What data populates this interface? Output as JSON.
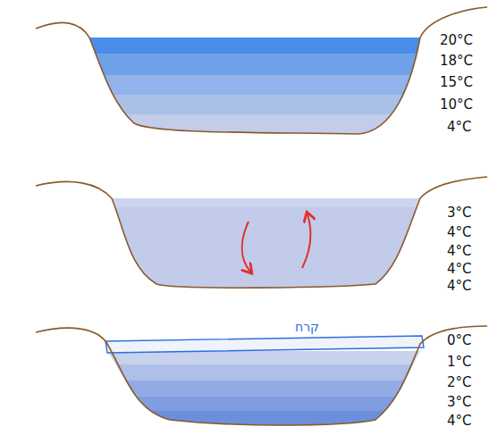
{
  "diagram": {
    "labels": [
      "20°C",
      "18°C",
      "15°C",
      "10°C",
      "4°C",
      "3°C",
      "4°C",
      "4°C",
      "4°C",
      "4°C",
      "קרח",
      "0°C",
      "1°C",
      "2°C",
      "3°C",
      "4°C"
    ]
  }
}
